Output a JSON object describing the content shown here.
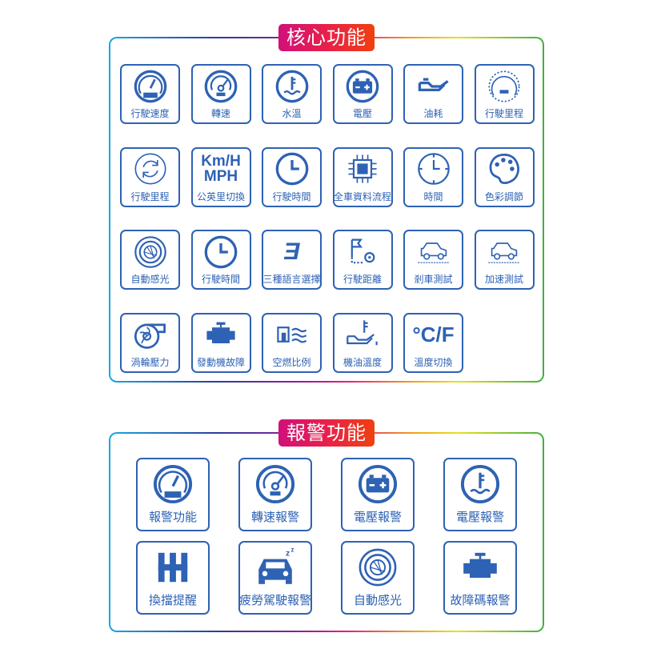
{
  "core": {
    "title": "核心功能",
    "items": [
      {
        "label": "行駛速度",
        "icon": "speedometer-icon"
      },
      {
        "label": "轉速",
        "icon": "tachometer-icon"
      },
      {
        "label": "水溫",
        "icon": "water-temp-icon"
      },
      {
        "label": "電壓",
        "icon": "battery-icon"
      },
      {
        "label": "油耗",
        "icon": "oil-can-icon"
      },
      {
        "label": "行駛里程",
        "icon": "odometer-icon"
      },
      {
        "label": "行駛里程",
        "icon": "refresh-icon"
      },
      {
        "label": "公英里切換",
        "icon": "unit-text-icon",
        "text": "Km/H\nMPH"
      },
      {
        "label": "行駛時間",
        "icon": "clock-icon"
      },
      {
        "label": "全車資料流程",
        "icon": "chip-icon"
      },
      {
        "label": "時間",
        "icon": "clock-ticks-icon"
      },
      {
        "label": "色彩調節",
        "icon": "palette-icon"
      },
      {
        "label": "自動感光",
        "icon": "aperture-icon"
      },
      {
        "label": "行駛時間",
        "icon": "clock-icon"
      },
      {
        "label": "三種語言選擇",
        "icon": "language-icon",
        "text": "Ǝ"
      },
      {
        "label": "行駛距離",
        "icon": "route-flag-icon"
      },
      {
        "label": "剎車測試",
        "icon": "car-brake-icon"
      },
      {
        "label": "加速測試",
        "icon": "car-accel-icon"
      },
      {
        "label": "渦輪壓力",
        "icon": "turbo-icon"
      },
      {
        "label": "發動機故障",
        "icon": "engine-icon"
      },
      {
        "label": "空燃比例",
        "icon": "air-fuel-icon"
      },
      {
        "label": "機油溫度",
        "icon": "oil-temp-icon"
      },
      {
        "label": "溫度切換",
        "icon": "temp-unit-text-icon",
        "text": "°C/F"
      }
    ]
  },
  "alarm": {
    "title": "報警功能",
    "items": [
      {
        "label": "報警功能",
        "icon": "speedometer-icon"
      },
      {
        "label": "轉速報警",
        "icon": "tachometer-icon"
      },
      {
        "label": "電壓報警",
        "icon": "battery-icon"
      },
      {
        "label": "電壓報警",
        "icon": "water-temp-icon"
      },
      {
        "label": "換擋提醒",
        "icon": "gear-shift-icon"
      },
      {
        "label": "疲勞駕駛報警",
        "icon": "drowsy-car-icon"
      },
      {
        "label": "自動感光",
        "icon": "aperture-icon"
      },
      {
        "label": "故障碼報警",
        "icon": "engine-icon"
      }
    ]
  },
  "colors": {
    "accent": "#2e62b4"
  }
}
